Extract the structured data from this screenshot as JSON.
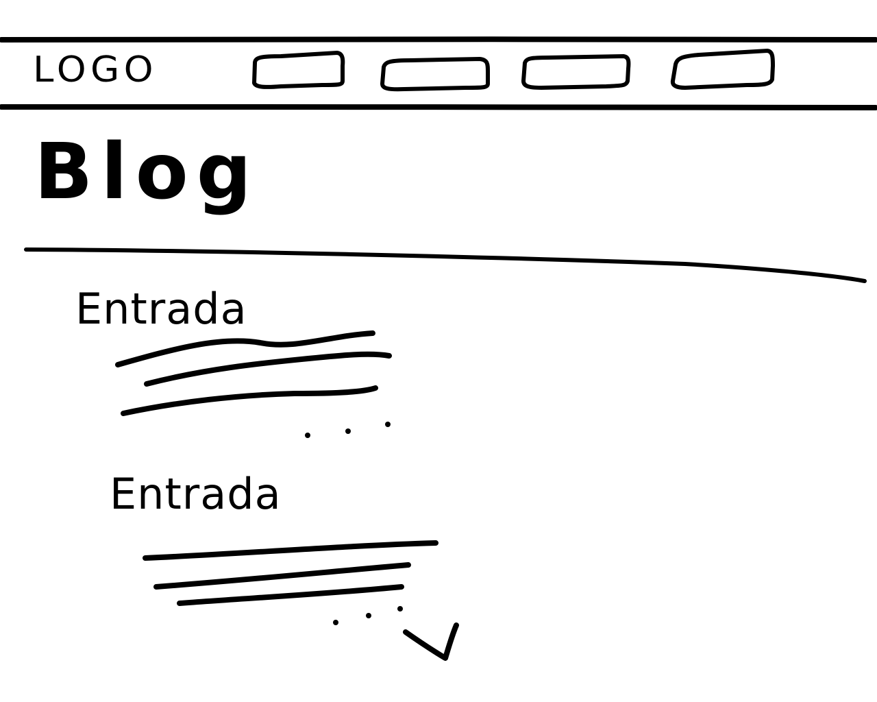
{
  "header": {
    "logo_text": "LOGO",
    "nav_items": [
      "",
      "",
      "",
      ""
    ]
  },
  "main": {
    "title": "Blog",
    "entries": [
      {
        "title": "Entrada"
      },
      {
        "title": "Entrada"
      }
    ]
  },
  "colors": {
    "ink": "#000000",
    "paper": "#ffffff"
  },
  "icons": {
    "ellipsis": "ellipsis-icon",
    "scroll_down": "chevron-down-icon"
  }
}
